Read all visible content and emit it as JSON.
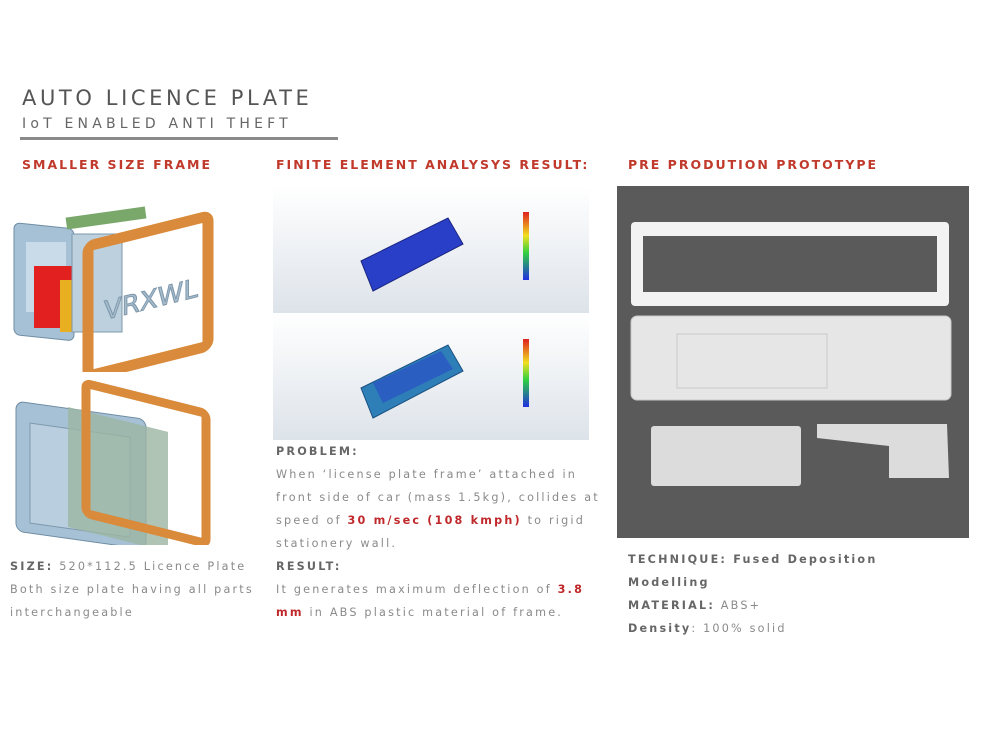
{
  "header": {
    "title": "AUTO LICENCE PLATE",
    "subtitle": "IoT ENABLED ANTI THEFT"
  },
  "sections": {
    "left": {
      "heading": "SMALLER SIZE FRAME",
      "image_icons": [
        "exploded-frame-assembly",
        "exploded-rear-assembly"
      ],
      "plate_text": "VRXWL",
      "size_label": "SIZE:",
      "size_value": " 520*112.5 Licence Plate",
      "note": "Both size plate having all parts interchangeable"
    },
    "middle": {
      "heading": "FINITE ELEMENT ANALYSYS RESULT:",
      "problem_label": "PROBLEM:",
      "problem_pre": "When ‘license plate frame’ attached in front side of car (mass 1.5kg), collides at speed of ",
      "problem_speed": "30 m/sec (108 kmph)",
      "problem_post": " to rigid stationery wall.",
      "result_label": "RESULT:",
      "result_pre": "It generates maximum deflection of ",
      "result_value": "3.8 mm",
      "result_post": " in ABS plastic material of frame."
    },
    "right": {
      "heading": "PRE PRODUTION PROTOTYPE",
      "technique_label": "TECHNIQUE:",
      "technique_value": " Fused Deposition Modelling",
      "material_label": "MATERIAL:",
      "material_value": " ABS+",
      "density_label": "Density",
      "density_value": ": 100% solid"
    }
  },
  "colors": {
    "accent": "#c0392b",
    "text": "#8a8a8a",
    "frame_orange": "#d98a3a",
    "part_blue": "#a8c4d8"
  }
}
